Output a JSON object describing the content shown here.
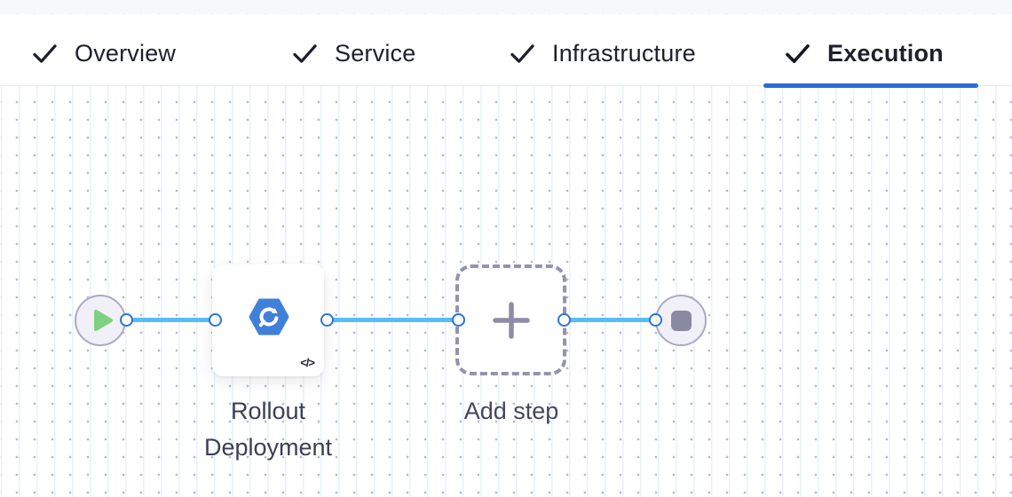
{
  "header": {
    "tabs": [
      {
        "label": "Overview",
        "checked": true,
        "active": false
      },
      {
        "label": "Service",
        "checked": true,
        "active": false
      },
      {
        "label": "Infrastructure",
        "checked": true,
        "active": false
      },
      {
        "label": "Execution",
        "checked": true,
        "active": true
      }
    ]
  },
  "canvas": {
    "start_node": {
      "icon": "play-icon"
    },
    "step": {
      "name": "Rollout Deployment",
      "icon": "k8s-rollout-icon",
      "badge": "</>"
    },
    "add_step": {
      "label": "Add step",
      "icon": "plus-icon"
    },
    "end_node": {
      "icon": "stop-icon"
    }
  },
  "colors": {
    "active_tab_underline": "#2c6bd0",
    "connector_line": "#58bdf4",
    "connector_point_border": "#2c73da",
    "step_icon_blue": "#3f80da",
    "play_green": "#7ed082",
    "node_gray": "#8a89a2",
    "node_border": "#aaa9c6",
    "label_text": "#3d3e55",
    "tab_text": "#1d1f2b"
  }
}
